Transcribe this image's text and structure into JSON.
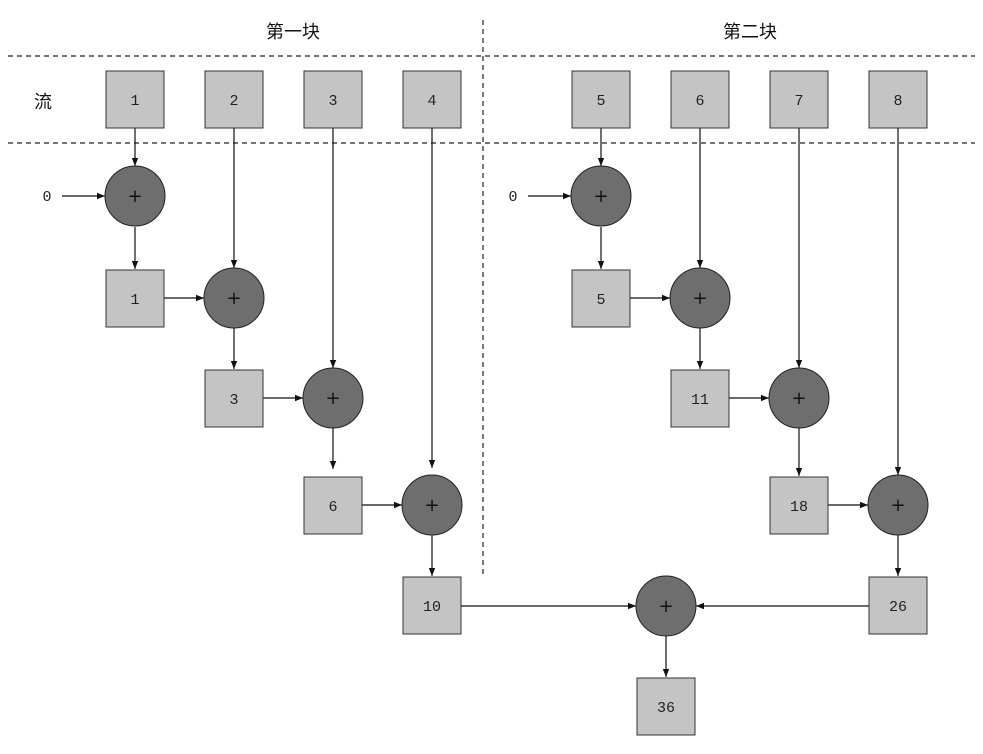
{
  "headers": {
    "block1": "第一块",
    "block2": "第二块"
  },
  "stream_label": "流",
  "stream": [
    "1",
    "2",
    "3",
    "4",
    "5",
    "6",
    "7",
    "8"
  ],
  "initial": [
    "0",
    "0"
  ],
  "block1_partials": [
    "1",
    "3",
    "6",
    "10"
  ],
  "block2_partials": [
    "5",
    "11",
    "18",
    "26"
  ],
  "combine_result": "36",
  "operator_symbol": "+"
}
